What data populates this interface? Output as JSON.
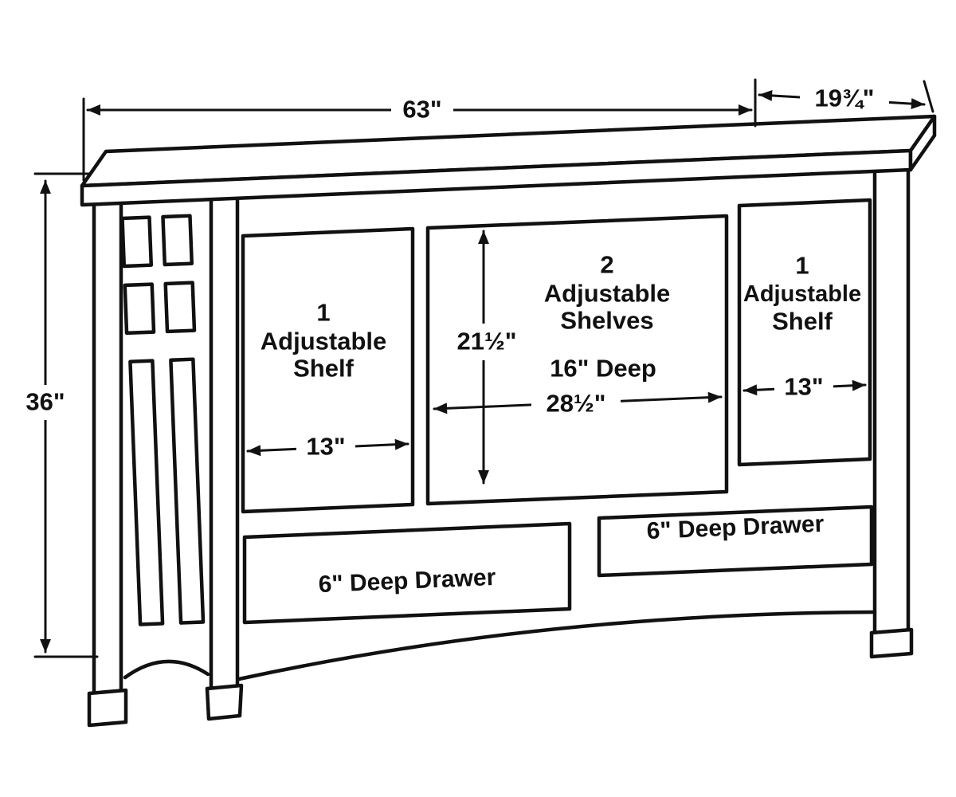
{
  "diagram": {
    "type": "furniture-dimension-drawing",
    "subject": "console cabinet with shelves and drawers",
    "colors": {
      "line": "#111111",
      "background": "#ffffff"
    },
    "dimensions": {
      "overall_width": "63\"",
      "overall_depth": "19¾\"",
      "overall_height": "36\"",
      "left_opening_width": "13\"",
      "center_opening_height": "21½\"",
      "center_opening_depth": "16\" Deep",
      "center_opening_width": "28½\"",
      "right_opening_width": "13\""
    },
    "compartments": {
      "left": {
        "count": "1",
        "line2": "Adjustable",
        "line3": "Shelf"
      },
      "center": {
        "count": "2",
        "line2": "Adjustable",
        "line3": "Shelves"
      },
      "right": {
        "count": "1",
        "line2": "Adjustable",
        "line3": "Shelf"
      }
    },
    "drawers": {
      "left": "6\" Deep Drawer",
      "right": "6\" Deep Drawer"
    }
  }
}
